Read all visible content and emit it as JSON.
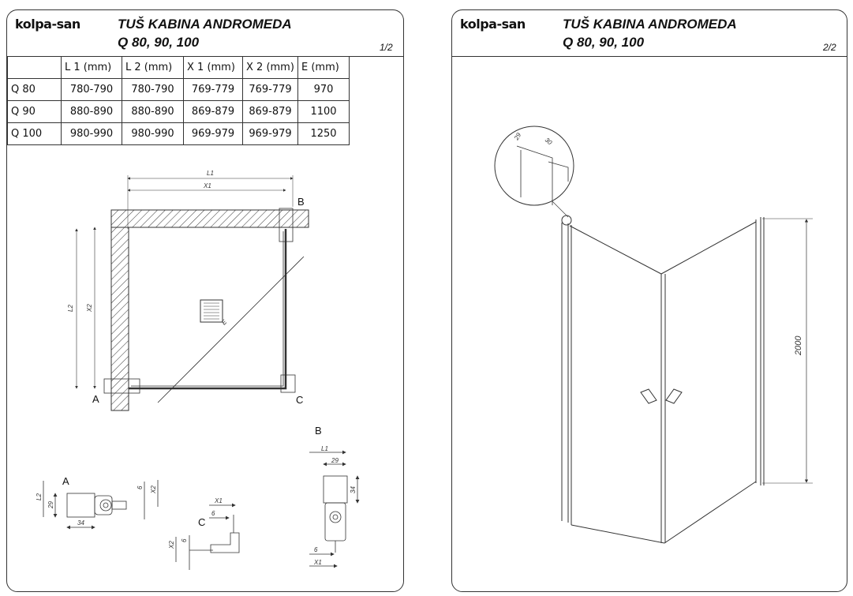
{
  "brand": "kolpa-san",
  "pages": [
    {
      "title": "TUŠ KABINA ANDROMEDA",
      "subtitle": "Q 80, 90, 100",
      "page_number": "1/2"
    },
    {
      "title": "TUŠ KABINA ANDROMEDA",
      "subtitle": "Q 80, 90, 100",
      "page_number": "2/2"
    }
  ],
  "table": {
    "headers": [
      "",
      "L 1 (mm)",
      "L 2 (mm)",
      "X 1 (mm)",
      "X 2 (mm)",
      "E  (mm)"
    ],
    "rows": [
      [
        "Q 80",
        "780-790",
        "780-790",
        "769-779",
        "769-779",
        "970"
      ],
      [
        "Q 90",
        "880-890",
        "880-890",
        "869-879",
        "869-879",
        "1100"
      ],
      [
        "Q 100",
        "980-990",
        "980-990",
        "969-979",
        "969-979",
        "1250"
      ]
    ]
  },
  "plan": {
    "L1": "L1",
    "X1": "X1",
    "L2": "L2",
    "X2": "X2",
    "E": "E",
    "A": "A",
    "B": "B",
    "C": "C"
  },
  "details": {
    "A": {
      "label": "A",
      "L2": "L2",
      "h29": "29",
      "w34": "34",
      "d6": "6",
      "X2": "X2"
    },
    "B": {
      "label": "B",
      "L1": "L1",
      "w29": "29",
      "h34": "34",
      "d6": "6",
      "X1": "X1"
    },
    "C": {
      "label": "C",
      "X1": "X1",
      "d6a": "6",
      "X2": "X2",
      "d6b": "6"
    }
  },
  "elevation": {
    "height": "2000",
    "inset_29": "29",
    "inset_30": "30"
  }
}
